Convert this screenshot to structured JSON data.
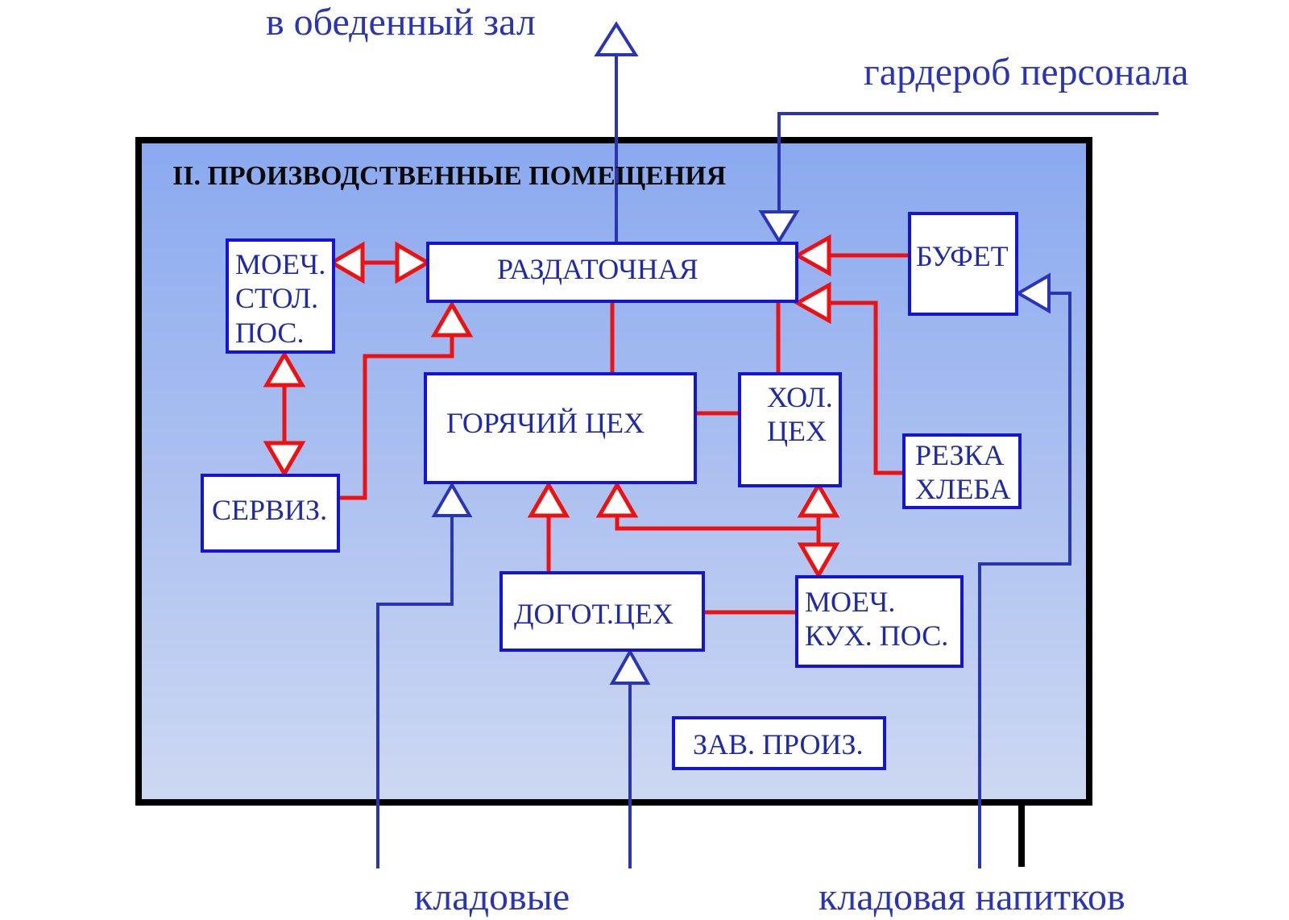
{
  "diagram": {
    "section_title": "II. ПРОИЗВОДСТВЕННЫЕ ПОМЕЩЕНИЯ",
    "external_labels": {
      "dining_hall": "в обеденный зал",
      "staff_wardrobe": "гардероб персонала",
      "storerooms": "кладовые",
      "drinks_storeroom": "кладовая напитков"
    },
    "rooms": {
      "serving": [
        "РАЗДАТОЧНАЯ"
      ],
      "tableware_washing": [
        "МОЕЧ.",
        "СТОЛ.",
        "ПОС."
      ],
      "buffet": [
        "БУФЕТ"
      ],
      "hot_shop": [
        "ГОРЯЧИЙ ЦЕХ"
      ],
      "cold_shop": [
        "ХОЛ.",
        "ЦЕХ"
      ],
      "bread_slicing": [
        "РЕЗКА",
        "ХЛЕБА"
      ],
      "service_room": [
        "СЕРВИЗ."
      ],
      "pre_prep_shop": [
        "ДОГОТ.ЦЕХ"
      ],
      "kitchenware_washing": [
        "МОЕЧ.",
        "КУХ. ПОС."
      ],
      "production_manager": [
        "ЗАВ. ПРОИЗ."
      ]
    },
    "colors": {
      "background_top": "#8aa9ef",
      "background_bottom": "#cdd8f2",
      "frame": "#000000",
      "external_flow": "#2a35b5",
      "internal_flow": "#ee1111",
      "box_border": "#1414d6",
      "text": "#1e2aa8"
    }
  }
}
